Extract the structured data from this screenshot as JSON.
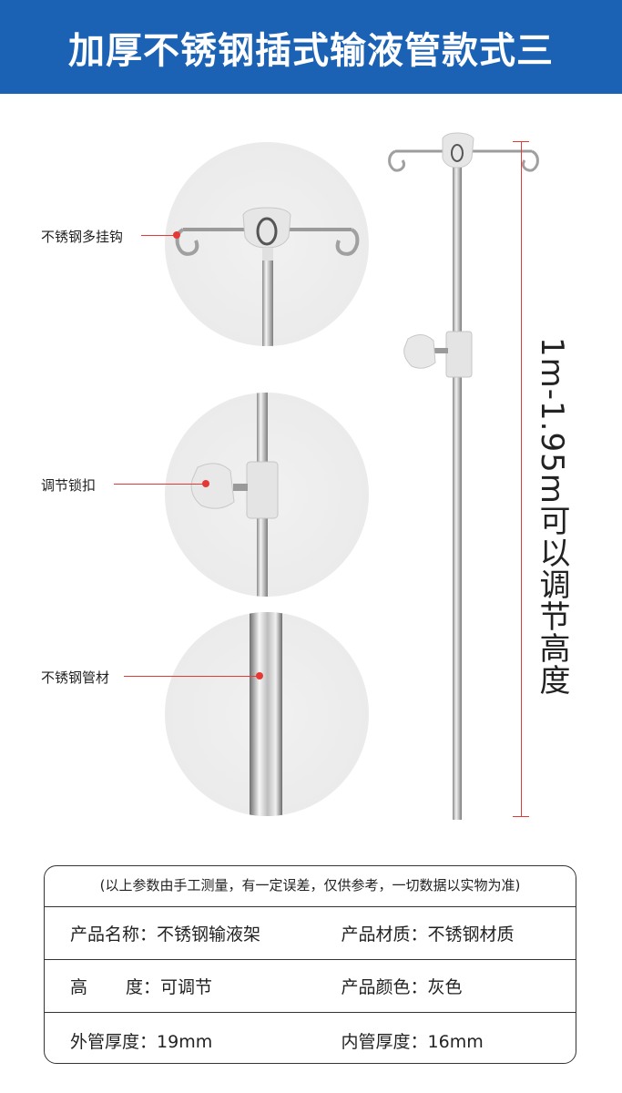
{
  "banner": {
    "title": "加厚不锈钢插式输液管款式三"
  },
  "callouts": [
    {
      "label": "不锈钢多挂钩"
    },
    {
      "label": "调节锁扣"
    },
    {
      "label": "不锈钢管材"
    }
  ],
  "dimension": {
    "text": "1m-1.95m可以调节高度"
  },
  "spec": {
    "note": "(以上参数由手工测量，有一定误差，仅供参考，一切数据以实物为准)",
    "rows": [
      {
        "left_key": "产品名称：",
        "left_val": "不锈钢输液架",
        "right_key": "产品材质：",
        "right_val": "不锈钢材质"
      },
      {
        "left_key_a": "高",
        "left_key_b": "度：",
        "left_val": "可调节",
        "right_key": "产品颜色：",
        "right_val": "灰色"
      },
      {
        "left_key": "外管厚度：",
        "left_val": "19mm",
        "right_key": "内管厚度：",
        "right_val": "16mm"
      }
    ]
  },
  "colors": {
    "banner": "#1b62b5",
    "accent": "#e53935",
    "plastic": "#e2e2e2",
    "steel": "#b9b9b9"
  }
}
